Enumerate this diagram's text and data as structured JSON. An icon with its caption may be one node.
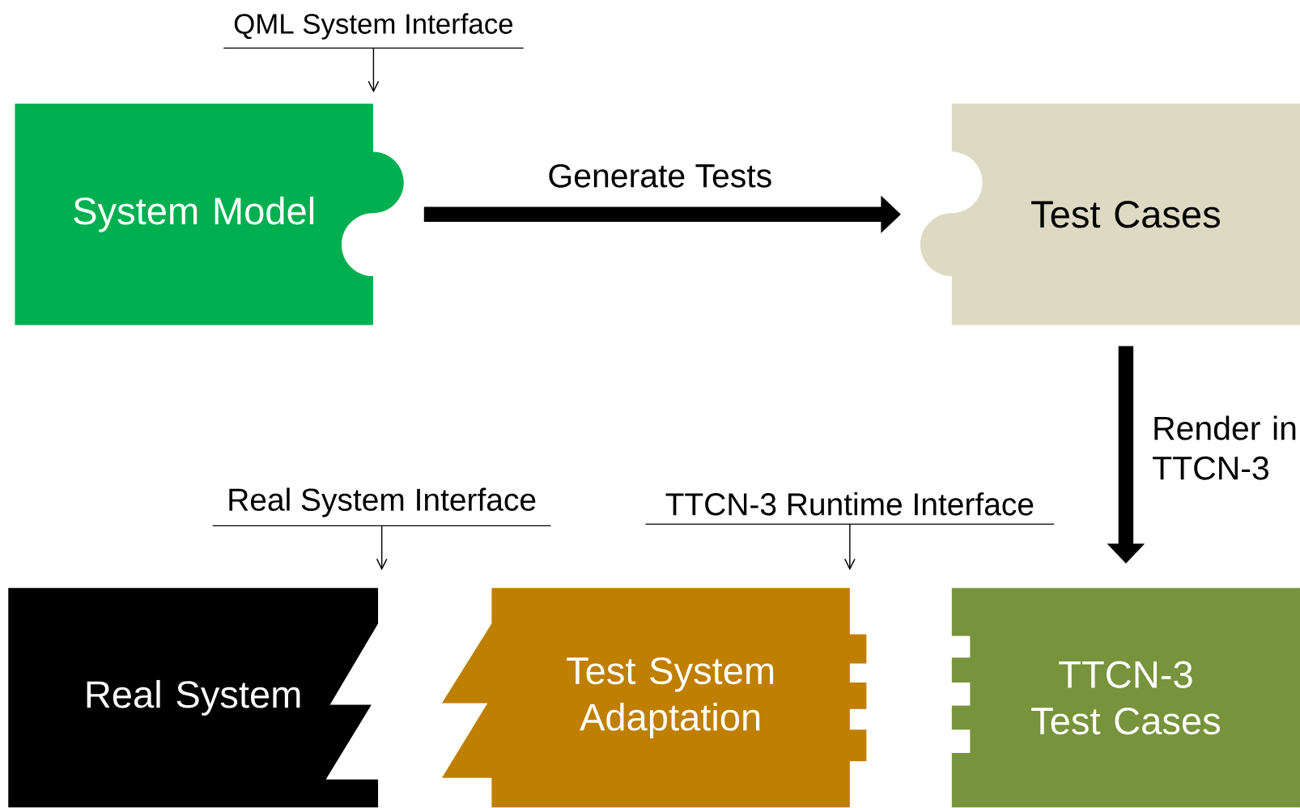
{
  "diagram": {
    "nodes": [
      {
        "text": [
          "QML System Interface"
        ]
      },
      {
        "text": [
          "System Model"
        ]
      },
      {
        "text": [
          "Test Cases"
        ]
      },
      {
        "text": [
          "Real System Interface"
        ]
      },
      {
        "text": [
          "TTCN-3 Runtime Interface"
        ]
      },
      {
        "text": [
          "Real System"
        ]
      },
      {
        "text": [
          "Test System Adaptation"
        ]
      },
      {
        "text": [
          "TTCN-3 Test Cases"
        ]
      }
    ],
    "edges": [
      {
        "from": 0,
        "to": 1,
        "arrow": "to"
      },
      {
        "from": 1,
        "to": 2,
        "arrow": "to",
        "label": "Generate Tests",
        "style": "thick"
      },
      {
        "from": 2,
        "to": 7,
        "arrow": "to",
        "label": "Render in TTCN-3",
        "style": "thick"
      },
      {
        "from": 3,
        "to": 5,
        "arrow": "to"
      },
      {
        "from": 4,
        "to": 6,
        "arrow": "to"
      }
    ]
  }
}
